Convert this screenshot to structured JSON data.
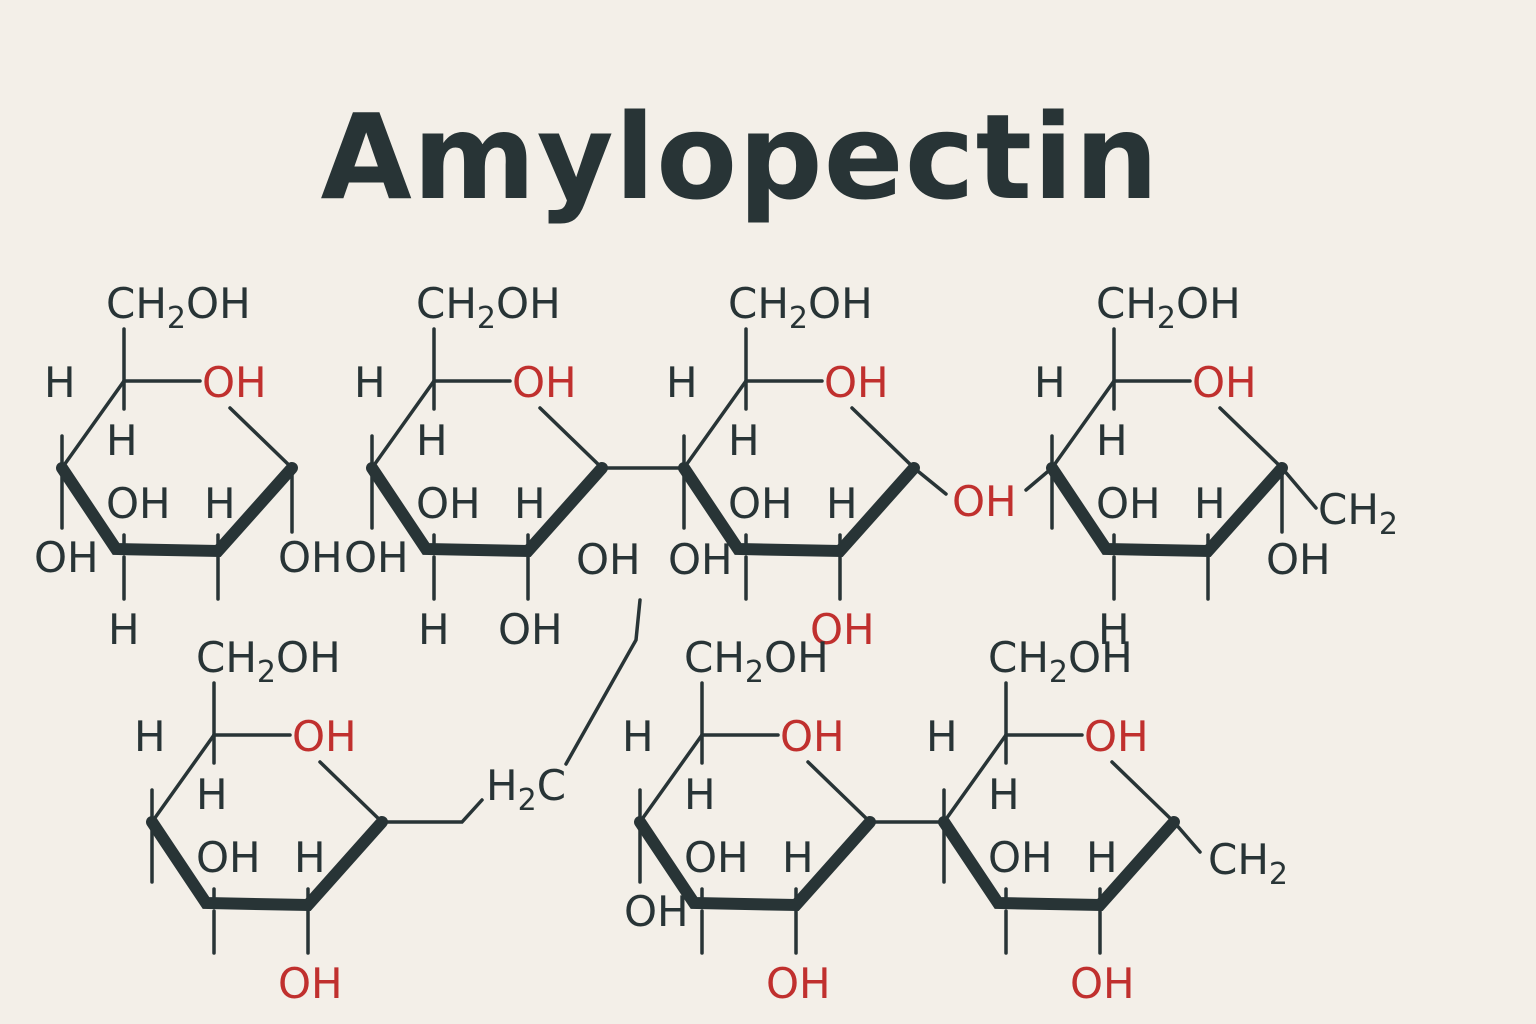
{
  "title": "Amylopectin",
  "colors": {
    "background": "#f3efe8",
    "ink": "#283436",
    "hydroxyl_red": "#c0302e"
  },
  "labels": {
    "ch2oh_main": "CH",
    "ch2oh_sub": "2",
    "ch2oh_tail": "OH",
    "oh": "OH",
    "h": "H",
    "ch2_main": "CH",
    "ch2_sub": "2",
    "h2c_h": "H",
    "h2c_sub": "2",
    "h2c_c": "C"
  }
}
